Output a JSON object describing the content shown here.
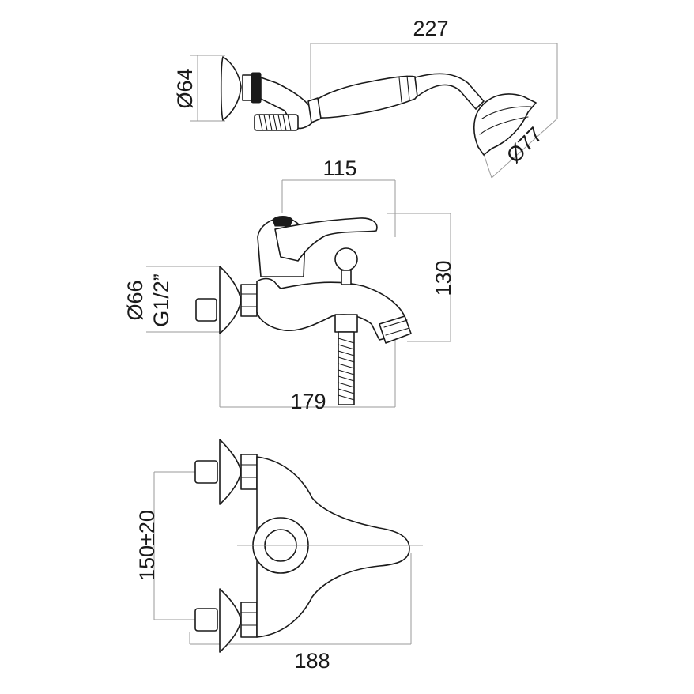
{
  "dimensions": {
    "shower_length": "227",
    "head_small_diameter": "Ø64",
    "head_large_diameter": "Ø77",
    "spout_reach": "115",
    "height": "130",
    "flange_diameter": "Ø66",
    "thread": "G1/2”",
    "body_depth": "179",
    "center_distance": "150±20",
    "overall_width": "188"
  },
  "colors": {
    "line": "#1a1a1a",
    "dimension": "#9a9a9a",
    "background": "#ffffff"
  }
}
